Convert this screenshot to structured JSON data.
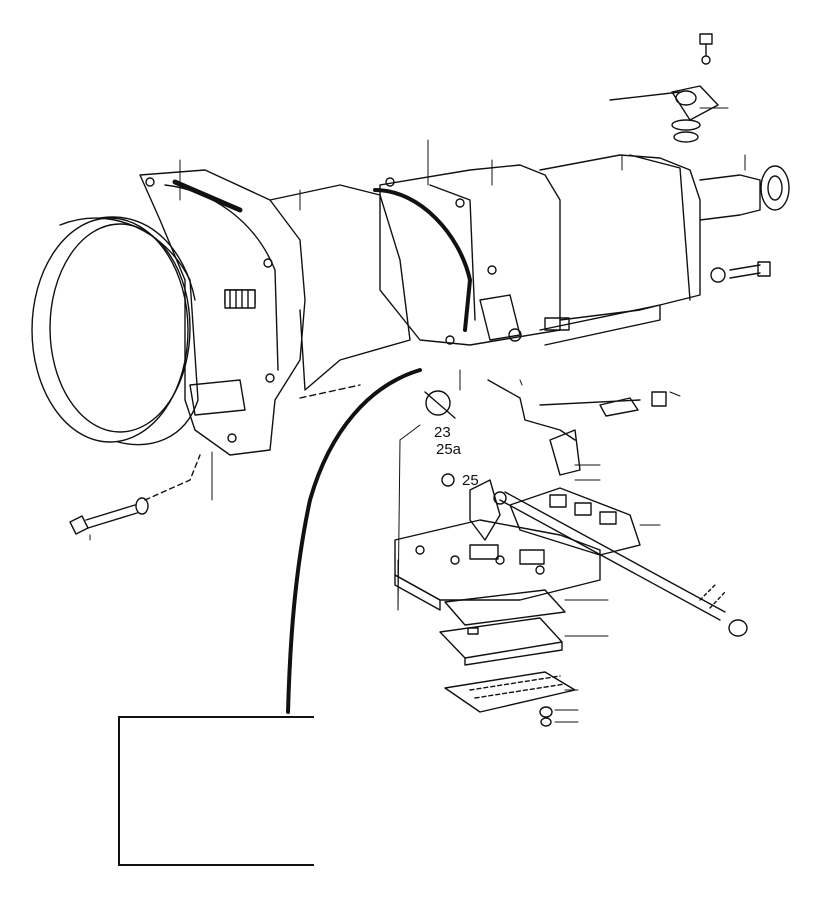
{
  "diagram": {
    "callouts": {
      "c23": "23",
      "c25a": "25a",
      "c25": "25"
    }
  }
}
